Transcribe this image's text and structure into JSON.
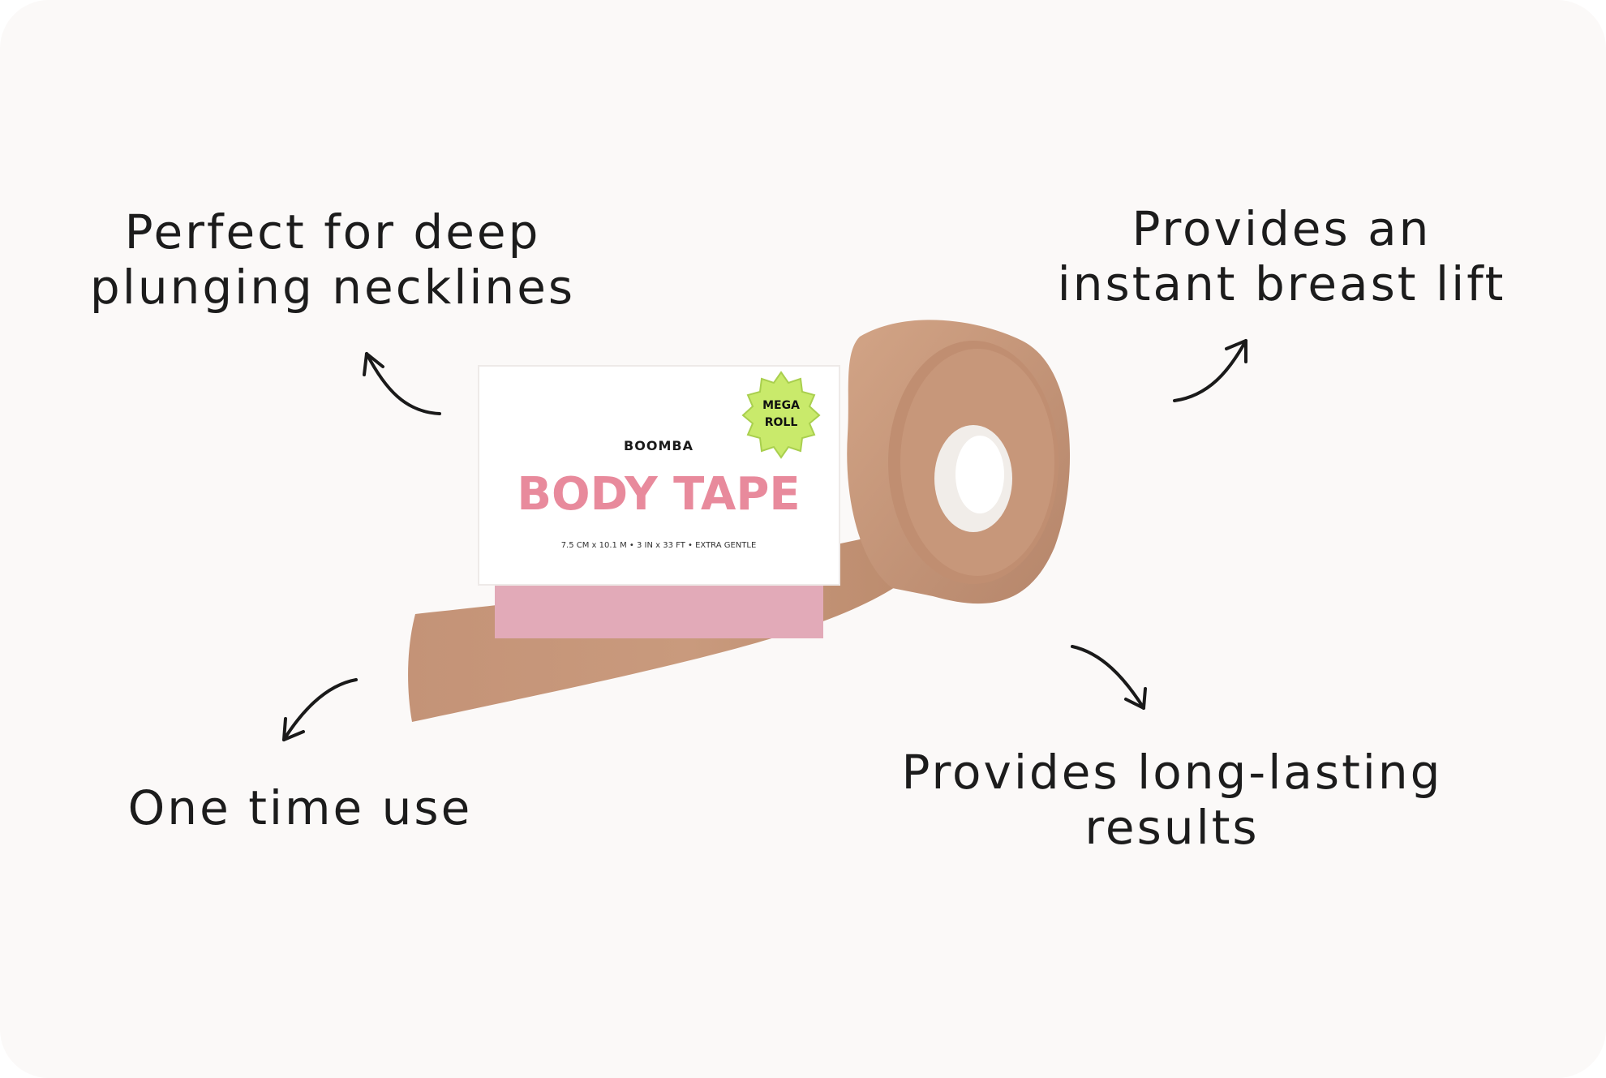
{
  "features": {
    "top_left": [
      "Perfect for deep",
      "plunging necklines"
    ],
    "top_right": [
      "Provides an",
      "instant breast lift"
    ],
    "bottom_left": [
      "One time use"
    ],
    "bottom_right": [
      "Provides long-lasting",
      "results"
    ]
  },
  "product": {
    "brand": "BOOMBA",
    "name": "BODY TAPE",
    "specs": "7.5 CM x 10.1 M  •  3 IN x 33 FT  •  EXTRA GENTLE",
    "badge_line1": "MEGA",
    "badge_line2": "ROLL"
  },
  "colors": {
    "background": "#fbf9f8",
    "tape": "#c9987a",
    "box_pink": "#e2aab8",
    "title_pink": "#e88a9c",
    "badge_green": "#c9ea6b"
  }
}
